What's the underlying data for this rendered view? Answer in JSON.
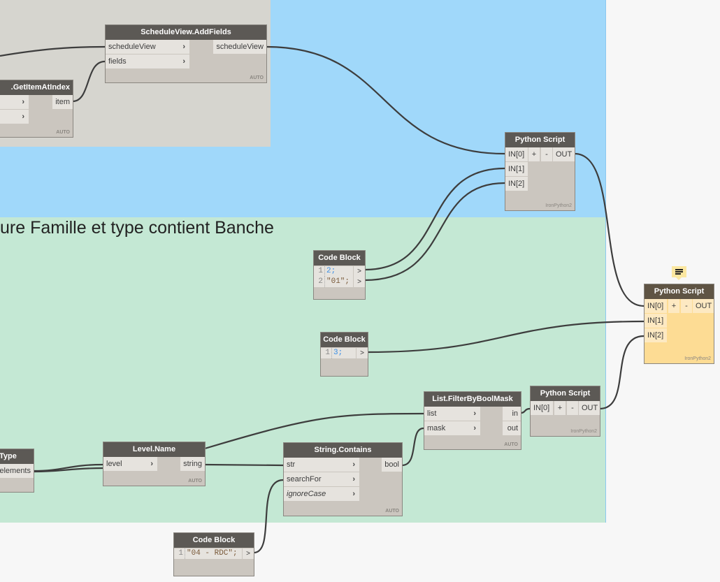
{
  "group_title": "ure Famille et type contient Banche",
  "nodes": {
    "add_fields": {
      "title": "ScheduleView.AddFields",
      "inputs": [
        "scheduleView",
        "fields"
      ],
      "output": "scheduleView",
      "lacing": "AUTO"
    },
    "get_item": {
      "title": ".GetItemAtIndex",
      "output": "item",
      "lacing": "AUTO"
    },
    "python1": {
      "title": "Python Script",
      "inputs": [
        "IN[0]",
        "IN[1]",
        "IN[2]"
      ],
      "add": "+",
      "remove": "-",
      "output": "OUT",
      "engine": "IronPython2"
    },
    "code1": {
      "title": "Code Block",
      "lines": [
        {
          "n": "1",
          "code": "2;"
        },
        {
          "n": "2",
          "code": "\"01\";"
        }
      ],
      "out": ">"
    },
    "code2": {
      "title": "Code Block",
      "lines": [
        {
          "n": "1",
          "code": "3;"
        }
      ],
      "out": ">"
    },
    "python_sel": {
      "title": "Python Script",
      "inputs": [
        "IN[0]",
        "IN[1]",
        "IN[2]"
      ],
      "add": "+",
      "remove": "-",
      "output": "OUT",
      "engine": "IronPython2"
    },
    "filter": {
      "title": "List.FilterByBoolMask",
      "inputs": [
        "list",
        "mask"
      ],
      "outputs": [
        "in",
        "out"
      ],
      "lacing": "AUTO"
    },
    "python3": {
      "title": "Python Script",
      "inputs": [
        "IN[0]"
      ],
      "add": "+",
      "remove": "-",
      "output": "OUT",
      "engine": "IronPython2"
    },
    "type_node": {
      "title": "Type",
      "output": "elements"
    },
    "level_name": {
      "title": "Level.Name",
      "inputs": [
        "level"
      ],
      "output": "string",
      "lacing": "AUTO"
    },
    "contains": {
      "title": "String.Contains",
      "inputs": [
        "str",
        "searchFor",
        "ignoreCase"
      ],
      "output": "bool",
      "lacing": "AUTO"
    },
    "code3": {
      "title": "Code Block",
      "lines": [
        {
          "n": "1",
          "code": "\"04 - RDC\";"
        }
      ],
      "out": ">"
    }
  },
  "chevron": "›"
}
